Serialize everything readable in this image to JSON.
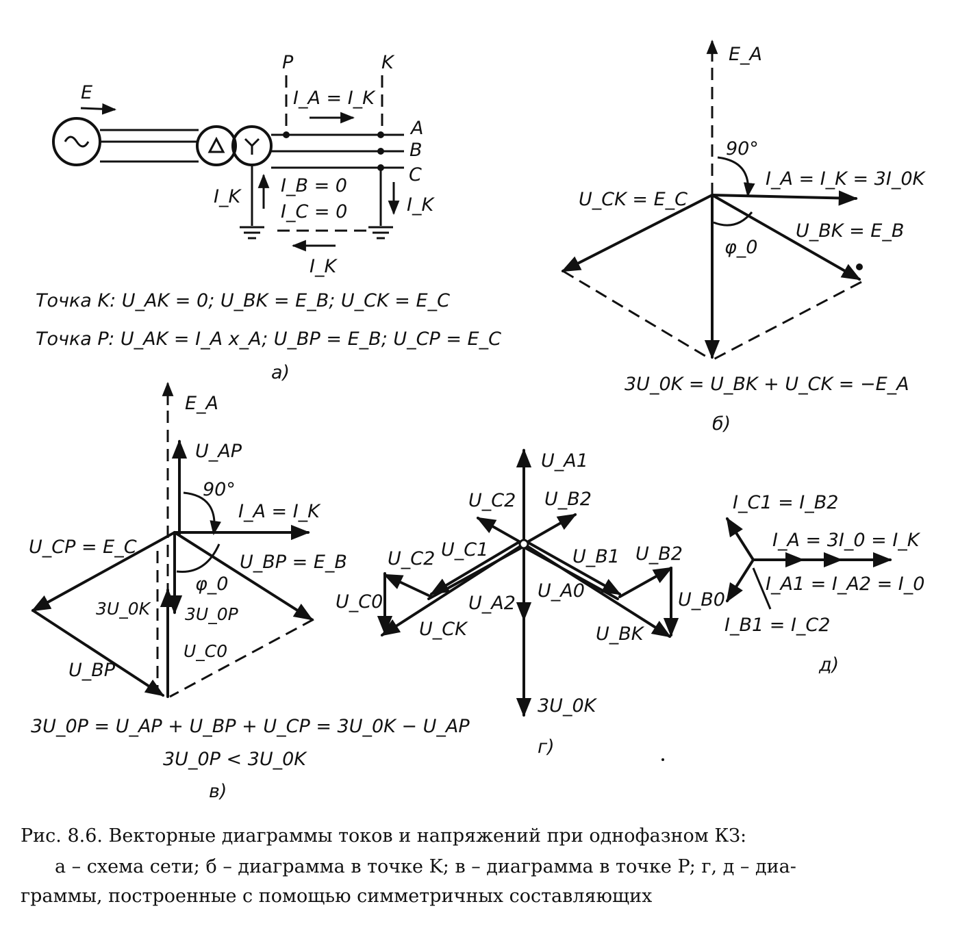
{
  "diagram_a": {
    "source_arrow": "E",
    "point_p": "P",
    "point_k": "K",
    "phase_a": "A",
    "phase_b": "B",
    "phase_c": "C",
    "current_eq": "I_A = I_K",
    "ib_zero": "I_B = 0",
    "ic_zero": "I_C = 0",
    "ik_left": "I_K",
    "ik_right": "I_K",
    "ik_bottom": "I_K",
    "point_k_line": "Точка K: U_AK = 0; U_BK = E_B; U_CK = E_C",
    "point_p_line": "Точка P: U_AK = I_A x_A; U_BP = E_B; U_CP = E_C",
    "label": "а)"
  },
  "diagram_b": {
    "ea": "E_A",
    "angle90": "90°",
    "ia": "I_A = I_K = 3I_0K",
    "uck": "U_CK = E_C",
    "ubk": "U_BK = E_B",
    "phi": "φ_0",
    "sum": "3U_0K = U_BK + U_CK = −E_A",
    "label": "б)"
  },
  "diagram_v": {
    "ea": "E_A",
    "uap": "U_AP",
    "angle90": "90°",
    "ia": "I_A = I_K",
    "ucp": "U_CP = E_C",
    "ubp": "U_BP = E_B",
    "phi": "φ_0",
    "u0k": "3U_0K",
    "u0p": "3U_0P",
    "uc0": "U_C0",
    "ubp2": "U_BP",
    "eq1": "3U_0P = U_AP + U_BP + U_CP = 3U_0K − U_AP",
    "eq2": "3U_0P < 3U_0K",
    "label": "в)"
  },
  "diagram_g": {
    "ua1": "U_A1",
    "uc2_top": "U_C2",
    "ub2_top": "U_B2",
    "uc2_left": "U_C2",
    "uc1": "U_C1",
    "ub1": "U_B1",
    "ub2_right": "U_B2",
    "uc0": "U_C0",
    "ua2": "U_A2",
    "ua0": "U_A0",
    "ub0": "U_B0",
    "uck": "U_CK",
    "ubk": "U_BK",
    "u0k": "3U_0K",
    "label": "г)"
  },
  "diagram_d": {
    "ic1": "I_C1 = I_B2",
    "ia": "I_A = 3I_0 = I_K",
    "ia1": "I_A1 = I_A2 = I_0",
    "ib1": "I_B1 = I_C2",
    "label": "д)"
  },
  "caption": {
    "line1": "Рис. 8.6. Векторные диаграммы токов и напряжений при однофазном КЗ:",
    "line2": "а – схема сети; б – диаграмма в точке K; в – диаграмма в точке P; г, д – диа-",
    "line3": "граммы, построенные с помощью симметричных составляющих"
  }
}
